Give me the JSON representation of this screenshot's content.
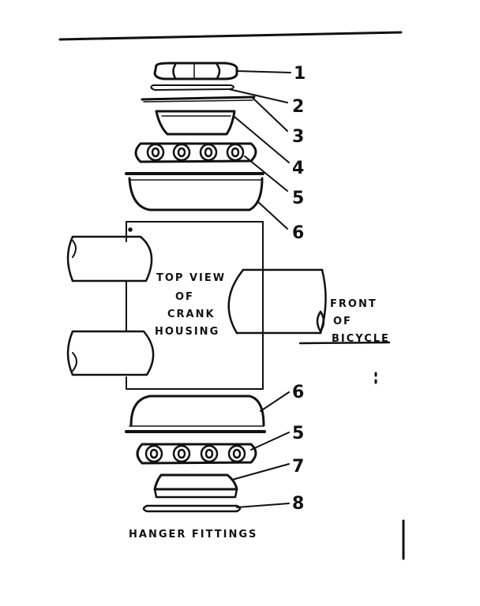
{
  "part_numbers": [
    "1",
    "2",
    "3",
    "4",
    "5",
    "6",
    "6",
    "5",
    "7",
    "8"
  ],
  "housing_label": [
    "TOP VIEW",
    "OF",
    "CRANK",
    "HOUSING"
  ],
  "front_label": [
    "FRONT",
    "OF",
    "BICYCLE"
  ],
  "caption": "HANGER FITTINGS",
  "ink_color": "#111111"
}
